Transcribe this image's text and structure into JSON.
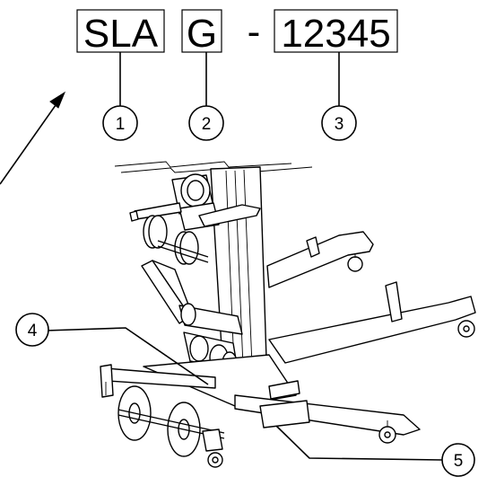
{
  "model_code": {
    "segment1": "SLA",
    "segment2": "G",
    "separator": "-",
    "segment3": "12345"
  },
  "callouts": {
    "c1": "1",
    "c2": "2",
    "c3": "3",
    "c4": "4",
    "c5": "5"
  },
  "colors": {
    "line": "#000000",
    "background": "#ffffff"
  }
}
